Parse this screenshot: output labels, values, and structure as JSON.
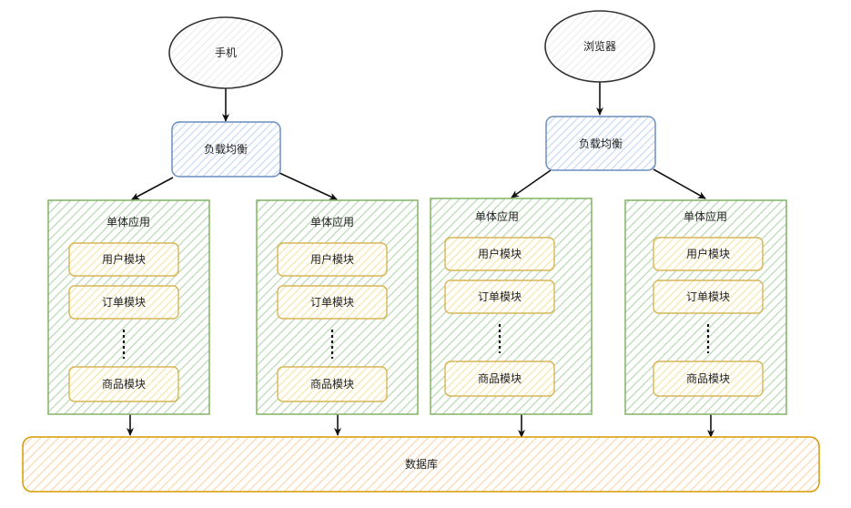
{
  "clients": [
    {
      "label": "手机"
    },
    {
      "label": "浏览器"
    }
  ],
  "load_balancers": [
    {
      "label": "负载均衡"
    },
    {
      "label": "负载均衡"
    }
  ],
  "monoliths": [
    {
      "title": "单体应用",
      "modules": [
        "用户模块",
        "订单模块",
        "商品模块"
      ]
    },
    {
      "title": "单体应用",
      "modules": [
        "用户模块",
        "订单模块",
        "商品模块"
      ]
    },
    {
      "title": "单体应用",
      "modules": [
        "用户模块",
        "订单模块",
        "商品模块"
      ]
    },
    {
      "title": "单体应用",
      "modules": [
        "用户模块",
        "订单模块",
        "商品模块"
      ]
    }
  ],
  "database": {
    "label": "数据库"
  },
  "colors": {
    "ellipse_fill": "#f5f5f5",
    "ellipse_stroke": "#333333",
    "lb_fill": "#dae8fc",
    "lb_stroke": "#6c8ebf",
    "app_fill": "#d5e8d4",
    "app_stroke": "#82b366",
    "module_fill": "#fff2cc",
    "module_stroke": "#d6b656",
    "db_fill": "#ffe6cc",
    "db_stroke": "#d79b00",
    "edge": "#111111"
  }
}
